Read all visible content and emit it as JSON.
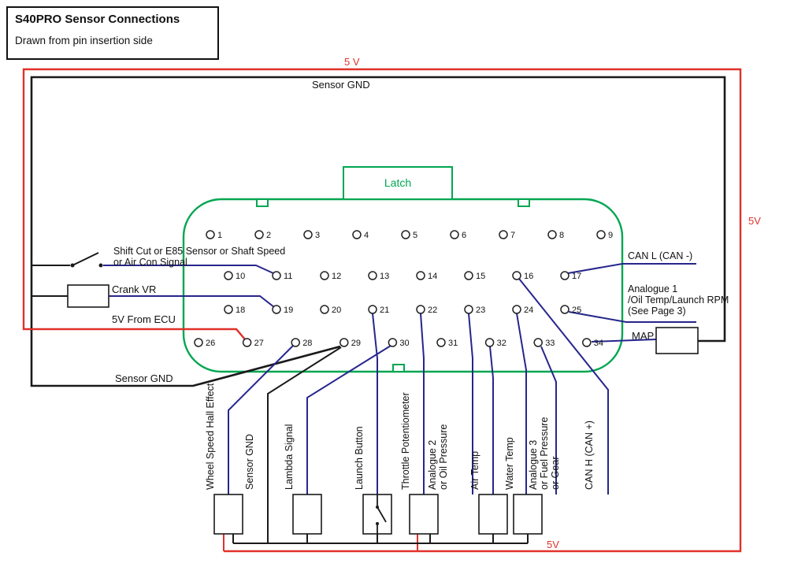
{
  "title_box": {
    "title": "S40PRO Sensor Connections",
    "subtitle": "Drawn from pin insertion side"
  },
  "power": {
    "top_5v": "5 V",
    "right_5v": "5V",
    "bottom_5v": "5V",
    "from_ecu": "5V From ECU"
  },
  "ground": {
    "top": "Sensor GND",
    "left": "Sensor GND"
  },
  "connector": {
    "latch": "Latch"
  },
  "left_labels": {
    "shift_line1": "Shift Cut or E85 Sensor or Shaft Speed",
    "shift_line2": "or Air Con Signal",
    "crank": "Crank VR"
  },
  "right_labels": {
    "can_l": "CAN L (CAN -)",
    "analogue1_l1": "Analogue 1",
    "analogue1_l2": "/Oil Temp/Launch RPM",
    "analogue1_l3": "(See Page 3)",
    "map": "MAP"
  },
  "vlabels": {
    "wheel": {
      "l1": "Wheel Speed Hall Effect"
    },
    "sensor_gnd": {
      "l1": "Sensor GND"
    },
    "lambda": {
      "l1": "Lambda Signal"
    },
    "launch": {
      "l1": "Launch Button"
    },
    "throttle": {
      "l1": "Throttle Potentiometer"
    },
    "analogue2": {
      "l1": "Analogue 2",
      "l2": "or Oil Pressure"
    },
    "air": {
      "l1": "Air Temp"
    },
    "water": {
      "l1": "Water Temp"
    },
    "analogue3": {
      "l1": "Analogue 3",
      "l2": "or Fuel Pressure",
      "l3": "or Gear"
    },
    "can_h": {
      "l1": "CAN H (CAN +)"
    }
  },
  "pins": {
    "row1": [
      1,
      2,
      3,
      4,
      5,
      6,
      7,
      8,
      9
    ],
    "row2": [
      10,
      11,
      12,
      13,
      14,
      15,
      16,
      17
    ],
    "row3": [
      18,
      19,
      20,
      21,
      22,
      23,
      24,
      25
    ],
    "row4": [
      26,
      27,
      28,
      29,
      30,
      31,
      32,
      33,
      34
    ]
  },
  "colors": {
    "signal_wire": "#26268c",
    "ground_wire": "#1a1a1a",
    "supply_wire": "#e0312a",
    "connector_green": "#00a651"
  }
}
